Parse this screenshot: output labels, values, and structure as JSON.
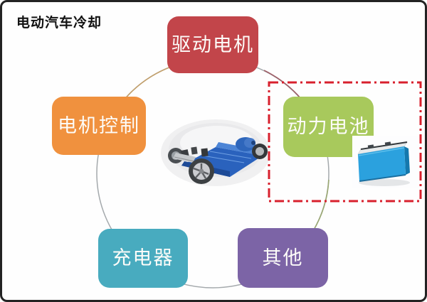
{
  "title": "电动汽车冷却",
  "diagram": {
    "highlight_color": "#d8202d",
    "node_text_color": "#fdfcf9",
    "nodes": [
      {
        "id": "drive-motor",
        "label": "驱动电机",
        "color": "#c2454a"
      },
      {
        "id": "motor-control",
        "label": "电机控制",
        "color": "#f0913e"
      },
      {
        "id": "power-battery",
        "label": "动力电池",
        "color": "#a8c95c",
        "highlighted": true
      },
      {
        "id": "charger",
        "label": "充电器",
        "color": "#48abbf"
      },
      {
        "id": "other",
        "label": "其他",
        "color": "#7c64a6"
      }
    ],
    "cycle": {
      "base_color": "#a4a9ac",
      "arc_top_left_color": "#c3a06b",
      "arc_top_right_color": "#9e5e67",
      "arc_right_color": "#9aa873"
    },
    "images": [
      {
        "name": "ev-chassis-photo",
        "description": "blue electric vehicle rolling chassis"
      },
      {
        "name": "battery-cell-photo",
        "description": "blue prismatic power battery cell"
      }
    ]
  }
}
